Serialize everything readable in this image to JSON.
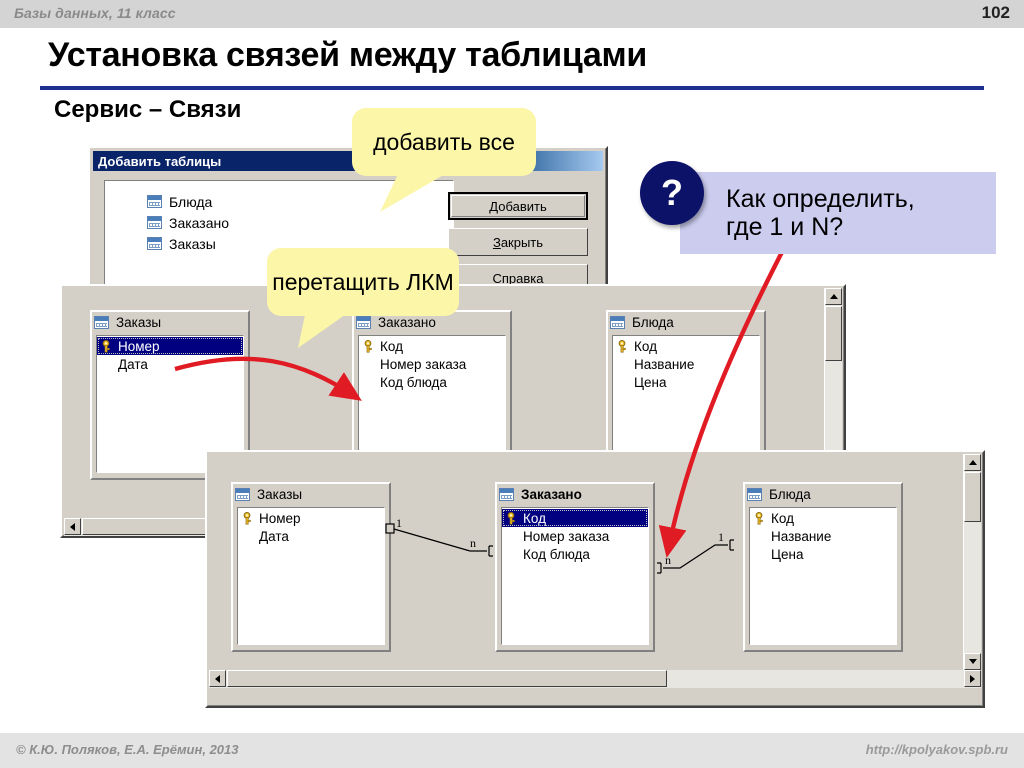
{
  "header": {
    "course_title": "Базы данных, 11 класс",
    "page_number": "102"
  },
  "slide": {
    "title": "Установка связей между таблицами",
    "subtitle": "Сервис – Связи"
  },
  "footer": {
    "copyright": "© К.Ю. Поляков, Е.А. Ерёмин, 2013",
    "url": "http://kpolyakov.spb.ru"
  },
  "add_tables_dialog": {
    "title": "Добавить таблицы",
    "close_label": "✕",
    "tables": [
      {
        "name": "Блюда"
      },
      {
        "name": "Заказано"
      },
      {
        "name": "Заказы"
      }
    ],
    "buttons": [
      {
        "label": "Добавить",
        "accel": "Д",
        "focused": true
      },
      {
        "label": "Закрыть",
        "accel": "З",
        "focused": false
      },
      {
        "label": "Справка",
        "accel": "С",
        "focused": false
      }
    ]
  },
  "callouts": [
    {
      "id": "add-all",
      "text": "добавить все"
    },
    {
      "id": "drag-lmb",
      "text": "перетащить ЛКМ"
    }
  ],
  "question_callout": {
    "marker": "?",
    "line1": "Как определить,",
    "line2": "где 1 и N?"
  },
  "relationships_window_1": {
    "tables": [
      {
        "name": "Заказы",
        "bold": false,
        "fields": [
          {
            "label": "Номер",
            "key": true,
            "selected": true
          },
          {
            "label": "Дата",
            "key": false,
            "selected": false
          }
        ]
      },
      {
        "name": "Заказано",
        "bold": false,
        "fields": [
          {
            "label": "Код",
            "key": true,
            "selected": false
          },
          {
            "label": "Номер заказа",
            "key": false,
            "selected": false
          },
          {
            "label": "Код блюда",
            "key": false,
            "selected": false
          }
        ]
      },
      {
        "name": "Блюда",
        "bold": false,
        "fields": [
          {
            "label": "Код",
            "key": true,
            "selected": false
          },
          {
            "label": "Название",
            "key": false,
            "selected": false
          },
          {
            "label": "Цена",
            "key": false,
            "selected": false
          }
        ]
      }
    ]
  },
  "relationships_window_2": {
    "tables": [
      {
        "name": "Заказы",
        "bold": false,
        "fields": [
          {
            "label": "Номер",
            "key": true,
            "selected": false
          },
          {
            "label": "Дата",
            "key": false,
            "selected": false
          }
        ]
      },
      {
        "name": "Заказано",
        "bold": true,
        "fields": [
          {
            "label": "Код",
            "key": true,
            "selected": true
          },
          {
            "label": "Номер заказа",
            "key": false,
            "selected": false
          },
          {
            "label": "Код блюда",
            "key": false,
            "selected": false
          }
        ]
      },
      {
        "name": "Блюда",
        "bold": false,
        "fields": [
          {
            "label": "Код",
            "key": true,
            "selected": false
          },
          {
            "label": "Название",
            "key": false,
            "selected": false
          },
          {
            "label": "Цена",
            "key": false,
            "selected": false
          }
        ]
      }
    ],
    "relationship_labels": {
      "one_left": "1",
      "many_left": "n",
      "many_right": "n",
      "one_right": "1"
    }
  },
  "colors": {
    "accent_rule": "#1f2f8f",
    "callout_bg": "#fbf6a8",
    "question_bg": "#ccccef",
    "question_circle": "#0d1269",
    "arrow_red": "#e01b24",
    "window_face": "#d4d0c8",
    "selection": "#000080"
  }
}
